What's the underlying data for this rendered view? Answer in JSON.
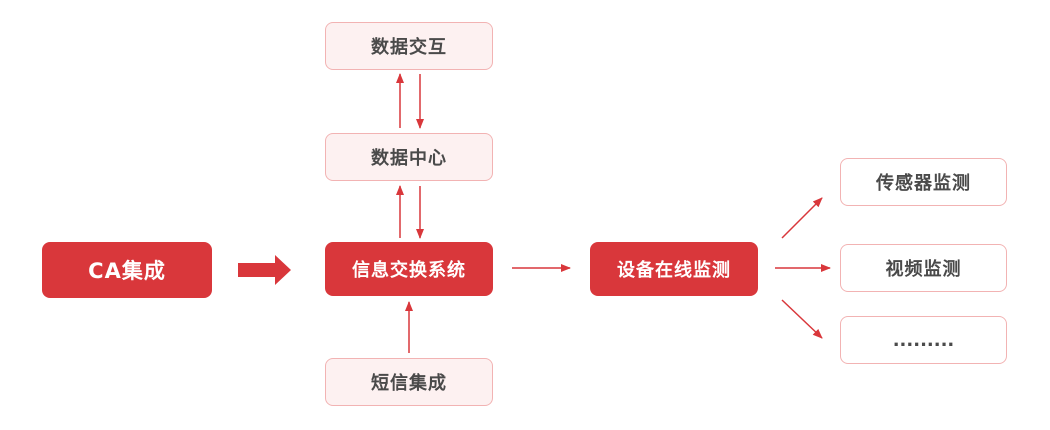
{
  "nodes": {
    "ca": "CA集成",
    "info_exchange": "信息交换系统",
    "data_interaction": "数据交互",
    "data_center": "数据中心",
    "sms": "短信集成",
    "device_monitor": "设备在线监测",
    "sensor": "传感器监测",
    "video": "视频监测",
    "more": "........."
  },
  "colors": {
    "accent": "#d9373b",
    "light_fill": "#fdf1f1",
    "border": "#f2b3b3",
    "text": "#4a4a4a"
  }
}
